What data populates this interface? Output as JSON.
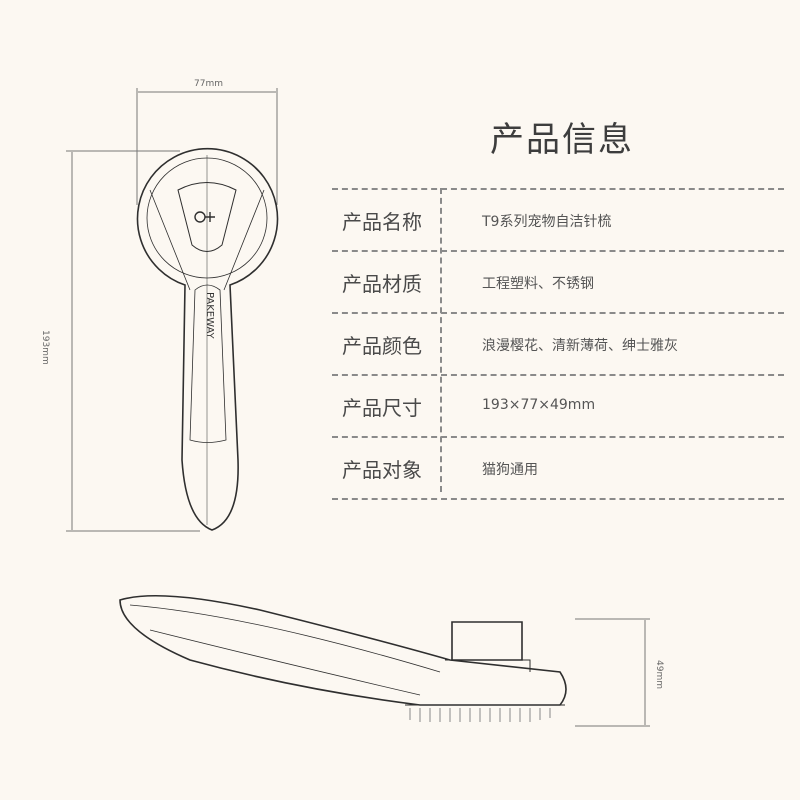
{
  "title": "产品信息",
  "specs": [
    {
      "label": "产品名称",
      "value": "T9系列宠物自洁针梳"
    },
    {
      "label": "产品材质",
      "value": "工程塑料、不锈钢"
    },
    {
      "label": "产品颜色",
      "value": "浪漫樱花、清新薄荷、绅士雅灰"
    },
    {
      "label": "产品尺寸",
      "value": "193×77×49mm"
    },
    {
      "label": "产品对象",
      "value": "猫狗通用"
    }
  ],
  "dimensions": {
    "width": "77mm",
    "length": "193mm",
    "height": "49mm"
  },
  "brand_logo": "PAKEWAY",
  "colors": {
    "background": "#fcf8f2",
    "line": "#3a3a3a",
    "text": "#4a4a4a"
  }
}
